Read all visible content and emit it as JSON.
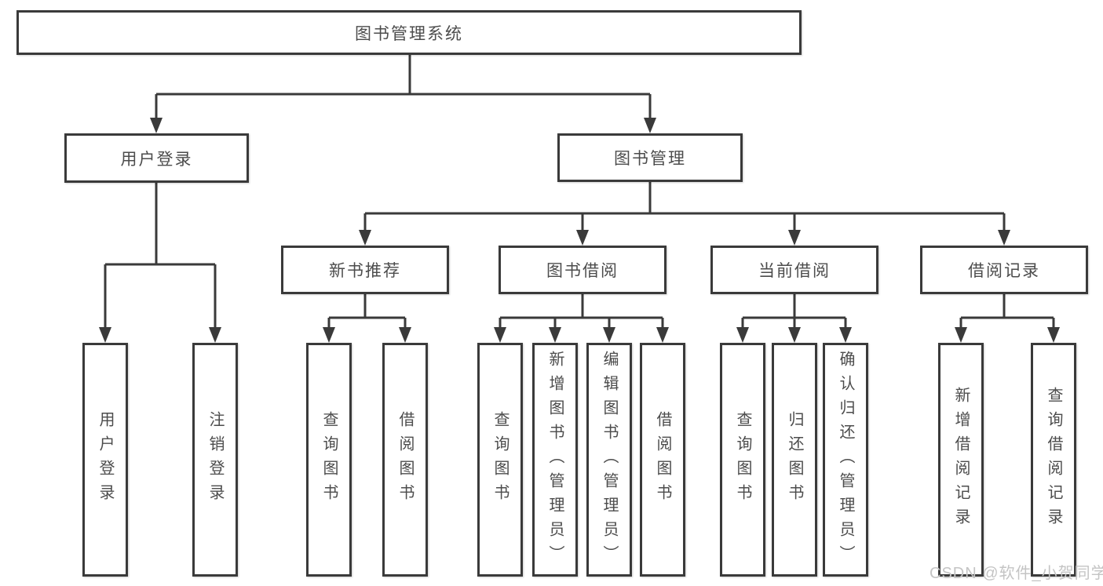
{
  "tree": {
    "root": {
      "label": "图书管理系统"
    },
    "branches": [
      {
        "label": "用户登录",
        "children": [
          {
            "label": "用户登录"
          },
          {
            "label": "注销登录"
          }
        ]
      },
      {
        "label": "图书管理",
        "children": [
          {
            "label": "新书推荐",
            "children": [
              {
                "label": "查询图书"
              },
              {
                "label": "借阅图书"
              }
            ]
          },
          {
            "label": "图书借阅",
            "children": [
              {
                "label": "查询图书"
              },
              {
                "label": "新增图书（管理员）"
              },
              {
                "label": "编辑图书（管理员）"
              },
              {
                "label": "借阅图书"
              }
            ]
          },
          {
            "label": "当前借阅",
            "children": [
              {
                "label": "查询图书"
              },
              {
                "label": "归还图书"
              },
              {
                "label": "确认归还（管理员）"
              }
            ]
          },
          {
            "label": "借阅记录",
            "children": [
              {
                "label": "新增借阅记录"
              },
              {
                "label": "查询借阅记录"
              }
            ]
          }
        ]
      }
    ]
  },
  "watermark": {
    "text": "CSDN @软件_小贺同学"
  },
  "colors": {
    "line": "#3a3a3a",
    "box_fill": "#ffffff",
    "label_text": "#4c4c4c",
    "watermark_text": "#c4c4c4"
  }
}
